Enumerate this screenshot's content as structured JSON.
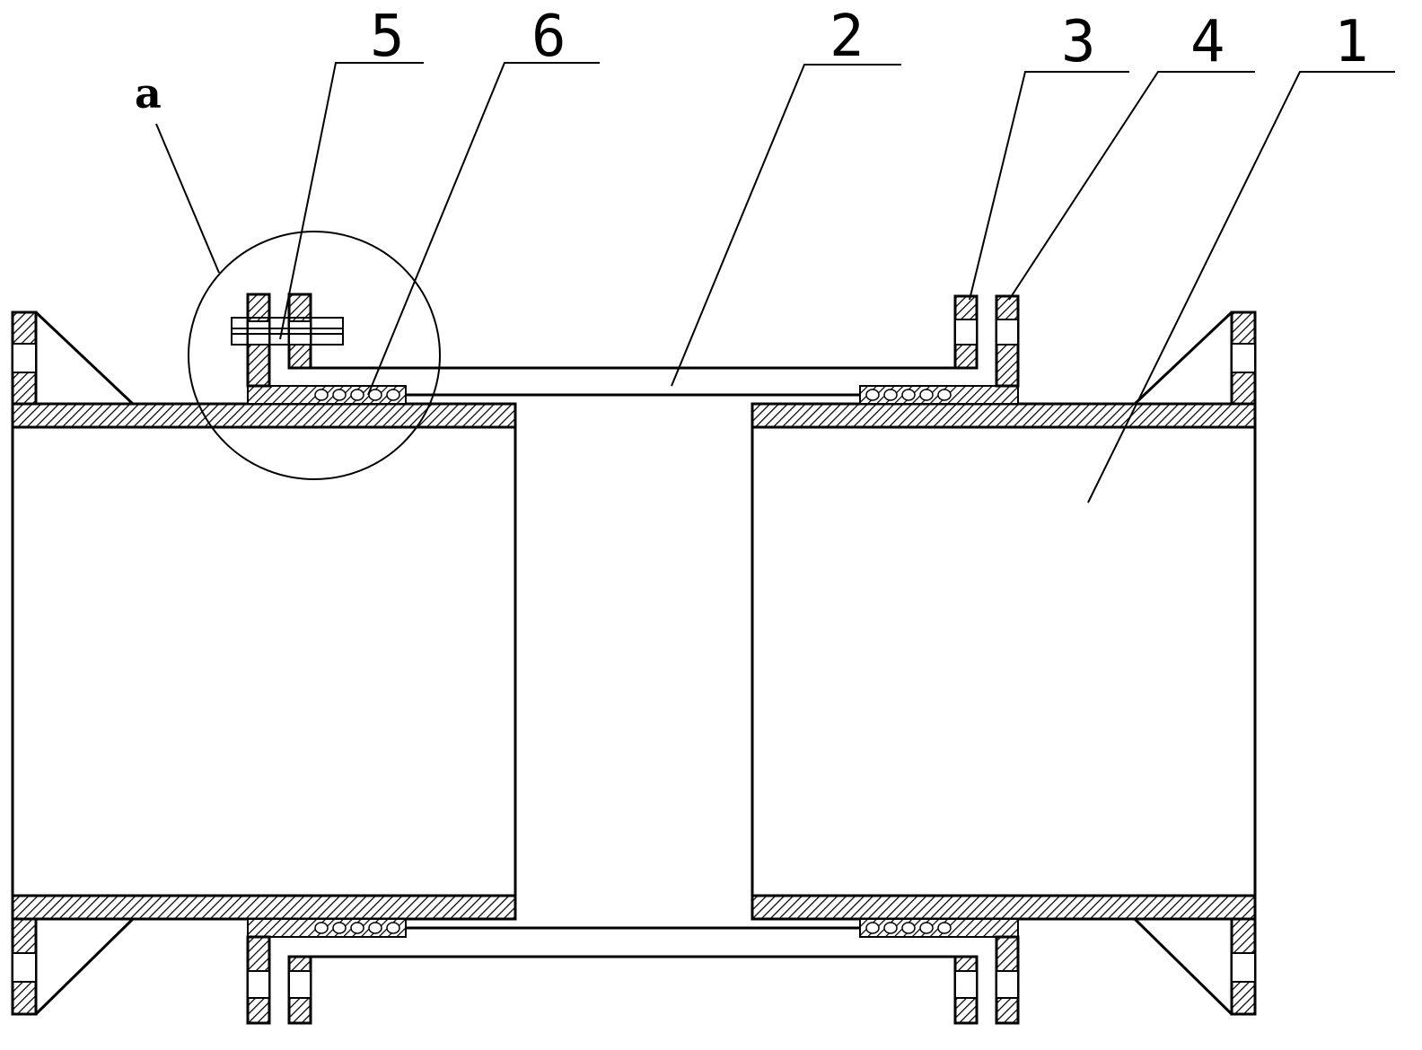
{
  "labels": {
    "a": "a",
    "n5": "5",
    "n6": "6",
    "n2": "2",
    "n3": "3",
    "n4": "4",
    "n1": "1"
  }
}
